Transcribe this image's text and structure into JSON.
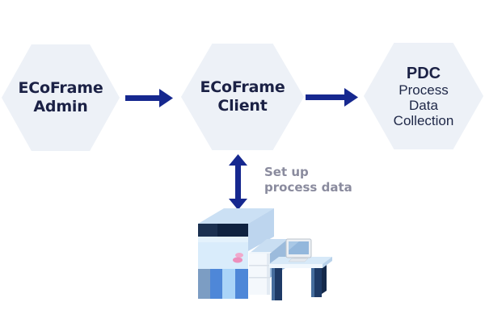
{
  "diagram": {
    "nodes": [
      {
        "id": "ecoframe-admin",
        "lines": [
          "ECoFrame",
          "Admin"
        ]
      },
      {
        "id": "ecoframe-client",
        "lines": [
          "ECoFrame",
          "Client"
        ]
      },
      {
        "id": "pdc",
        "title": "PDC",
        "lines": [
          "Process",
          "Data",
          "Collection"
        ]
      }
    ],
    "connectors": [
      {
        "from": "ecoframe-admin",
        "to": "ecoframe-client",
        "type": "arrow-right"
      },
      {
        "from": "ecoframe-client",
        "to": "pdc",
        "type": "arrow-right"
      },
      {
        "from": "ecoframe-client",
        "to": "machine",
        "type": "double-arrow-vertical"
      }
    ],
    "annotation": {
      "lines": [
        "Set up",
        "process data"
      ]
    },
    "illustration": "industrial-machine-with-cabinet-desk-and-monitor"
  },
  "colors": {
    "background": "#ffffff",
    "hexagon_fill": "#edf1f7",
    "node_text": "#1b2145",
    "arrow": "#16288f",
    "annotation_text": "#8a8b9e",
    "machine_navy_band": "#0f2240",
    "machine_body_blue": "#d9ecfb",
    "machine_top_blue": "#cbe0f4",
    "stripe_gray_blue": "#7c9dc3",
    "stripe_medium_blue": "#4e87d8",
    "stripe_light_blue": "#aad4f8",
    "cabinet_white": "#f4f8fc",
    "desk_top_blue": "#d7e9f8",
    "desk_leg_navy": "#1e3a66",
    "monitor_frame": "#eceff3",
    "monitor_screen": "#93b7dc",
    "pink_detail": "#ec8fbc"
  }
}
